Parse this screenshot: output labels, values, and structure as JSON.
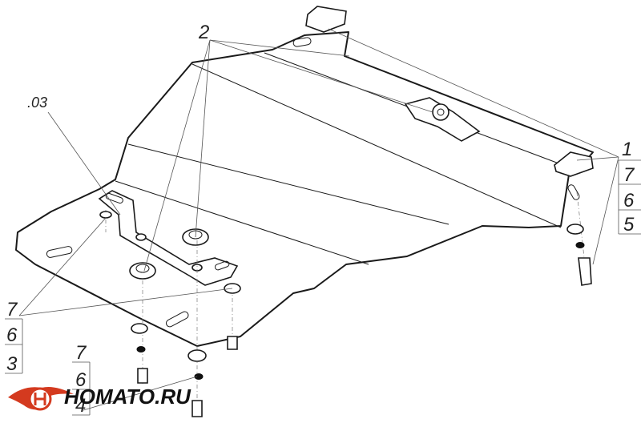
{
  "callouts": {
    "top_center": "2",
    "left_top": ".03",
    "right_stack": [
      "1",
      "7",
      "6",
      "5"
    ],
    "left_stack": [
      "7",
      "6",
      "3"
    ],
    "bottom_stack": [
      "7",
      "6",
      "4"
    ]
  },
  "logo": {
    "text": "HOMATO.RU",
    "accent_color": "#d43a1f"
  },
  "colors": {
    "line": "#1a1a1a",
    "background": "#ffffff"
  }
}
